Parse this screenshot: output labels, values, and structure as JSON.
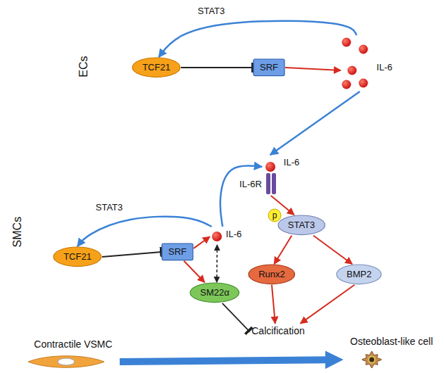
{
  "diagram": {
    "nodes": [
      {
        "text": [
          "ECs"
        ]
      },
      {
        "text": [
          "TCF21"
        ],
        "in": 0
      },
      {
        "text": [
          "SRF"
        ],
        "in": 0
      },
      {
        "text": [
          "IL-6"
        ],
        "in": 0
      },
      {
        "text": [
          "SMCs"
        ]
      },
      {
        "text": [
          "IL-6"
        ],
        "in": 4
      },
      {
        "text": [
          "IL-6R"
        ],
        "in": 4
      },
      {
        "text": [
          "TCF21"
        ],
        "in": 4
      },
      {
        "text": [
          "SRF"
        ],
        "in": 4
      },
      {
        "text": [
          "IL-6"
        ],
        "in": 4
      },
      {
        "text": [
          "SM22α"
        ],
        "in": 4
      },
      {
        "text": [
          "p"
        ],
        "in": 4
      },
      {
        "text": [
          "STAT3"
        ],
        "in": 4
      },
      {
        "text": [
          "Runx2"
        ],
        "in": 4
      },
      {
        "text": [
          "BMP2"
        ],
        "in": 4
      },
      {
        "text": [
          "Calcification"
        ]
      },
      {
        "text": [
          "Contractile VSMC"
        ]
      },
      {
        "text": [
          "Osteoblast-like cell"
        ]
      }
    ],
    "edges": [
      {
        "from": 1,
        "to": 2,
        "arrow": "to"
      },
      {
        "from": 2,
        "to": 3,
        "arrow": "to"
      },
      {
        "from": 3,
        "to": 1,
        "label": "STAT3",
        "arrow": "to"
      },
      {
        "from": 3,
        "to": 5,
        "arrow": "to"
      },
      {
        "from": 9,
        "to": 5,
        "arrow": "to"
      },
      {
        "from": 6,
        "to": 12,
        "arrow": "to"
      },
      {
        "from": 12,
        "to": 13,
        "arrow": "to"
      },
      {
        "from": 12,
        "to": 14,
        "arrow": "to"
      },
      {
        "from": 13,
        "to": 15,
        "arrow": "to"
      },
      {
        "from": 14,
        "to": 15,
        "arrow": "to"
      },
      {
        "from": 7,
        "to": 8,
        "arrow": "to"
      },
      {
        "from": 8,
        "to": 9,
        "arrow": "to"
      },
      {
        "from": 8,
        "to": 10,
        "arrow": "to"
      },
      {
        "from": 9,
        "to": 10,
        "arrow": "both"
      },
      {
        "from": 10,
        "to": 15,
        "arrow": "to"
      },
      {
        "from": 9,
        "to": 7,
        "label": "STAT3",
        "arrow": "to"
      },
      {
        "from": 16,
        "to": 17,
        "arrow": "to"
      }
    ]
  }
}
